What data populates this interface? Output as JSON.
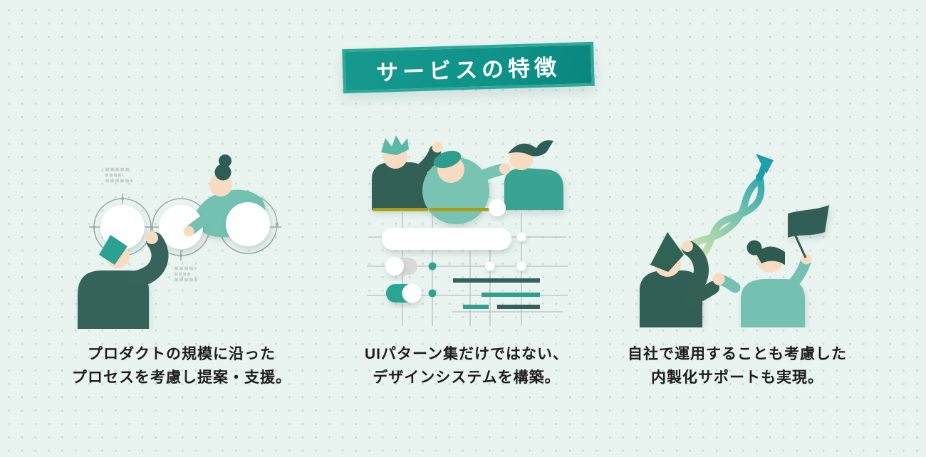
{
  "header": {
    "title": "サービスの特徴"
  },
  "features": [
    {
      "name": "process-proposal",
      "illustration_alt": "two people arranging white process circles on a timeline",
      "lines": [
        "プロダクトの規模に沿った",
        "プロセスを考慮し提案・支援。"
      ]
    },
    {
      "name": "design-system-build",
      "illustration_alt": "three people assembling UI components, toggles and bars",
      "lines": [
        "UIパターン集だけではない、",
        "デザインシステムを構築。"
      ]
    },
    {
      "name": "insourcing-support",
      "illustration_alt": "two people with a flag and a rising twisted arrow",
      "lines": [
        "自社で運用することも考慮した",
        "内製化サポートも実現。"
      ]
    }
  ],
  "palette": {
    "background": "#e9f3f0",
    "dot": "#c3d3cf",
    "banner_fill": "#0f948a",
    "banner_border": "#2fa89c",
    "banner_text": "#ffffff",
    "caption_text": "#1d1d1d",
    "dark_teal": "#36635a",
    "light_teal": "#73c1b1",
    "accent_teal": "#2ba593",
    "skin": "#f8dcc2",
    "grey_line": "#9fa8a5",
    "grid_line": "#b7c0bd",
    "olive": "#ab9d0e",
    "dark_hair": "#2d5e56",
    "arrow_teal": "#1f9fae"
  }
}
